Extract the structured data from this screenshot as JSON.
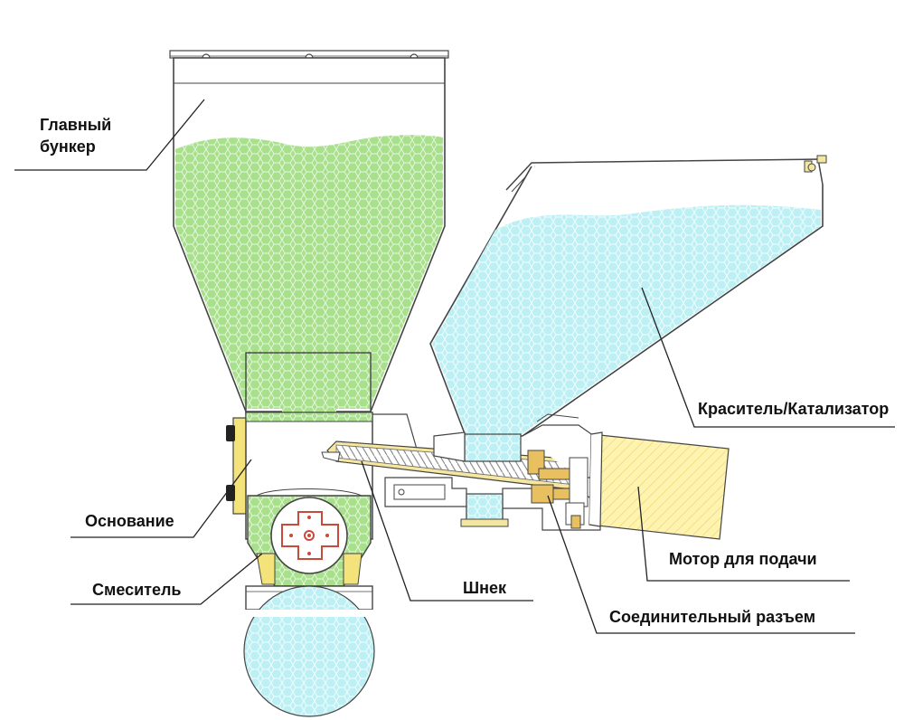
{
  "labels": {
    "main_hopper_line1": "Главный",
    "main_hopper_line2": "бункер",
    "colorant": "Краситель/Катализатор",
    "base": "Основание",
    "mixer": "Смеситель",
    "auger": "Шнек",
    "feed_motor": "Мотор для подачи",
    "connector": "Соединительный разъем"
  },
  "colors": {
    "main_material": "#a8e08c",
    "colorant_material": "#bdf0f4",
    "motor": "#fff3b0",
    "auger": "#f6e7a0",
    "connector_brass": "#e8c060",
    "outline": "#444444",
    "mixer_red": "#c84a3a",
    "bracket_yellow": "#f4e37a"
  }
}
